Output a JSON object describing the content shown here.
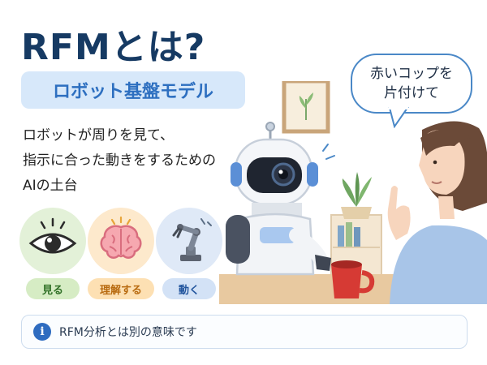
{
  "header": {
    "title": "RFMとは?",
    "subtitle": "ロボット基盤モデル"
  },
  "description": {
    "lines": [
      "ロボットが周りを見て、",
      "指示に合った動きをするための",
      "AIの土台"
    ]
  },
  "features": [
    {
      "label": "見る",
      "icon": "eye-icon",
      "color": "#2f6f25"
    },
    {
      "label": "理解する",
      "icon": "brain-icon",
      "color": "#b86a0f"
    },
    {
      "label": "動く",
      "icon": "robot-arm-icon",
      "color": "#23569e"
    }
  ],
  "speech_bubble": {
    "lines": [
      "赤いコップを",
      "片付けて"
    ]
  },
  "notice": {
    "icon": "info-icon",
    "text": "RFM分析とは別の意味です"
  },
  "colors": {
    "title": "#163a63",
    "accent": "#2d6fc0",
    "pill_bg": "#d7e8fa"
  }
}
